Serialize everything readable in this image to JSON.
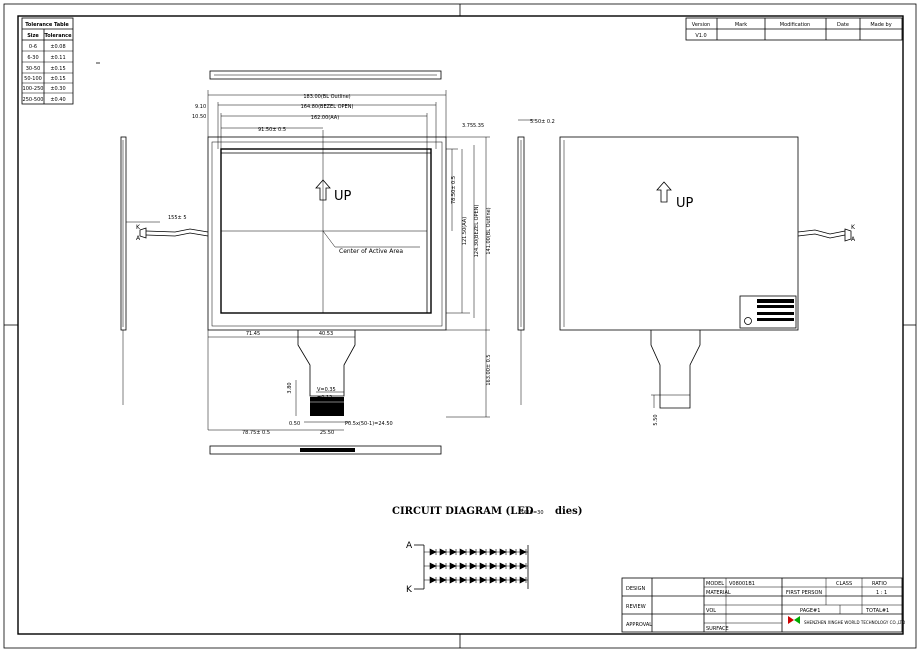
{
  "tolerance_table": {
    "title": "Tolerance Table",
    "headers": [
      "Size",
      "Tolerance"
    ],
    "rows": [
      [
        "0-6",
        "±0.08"
      ],
      [
        "6-30",
        "±0.11"
      ],
      [
        "30-50",
        "±0.15"
      ],
      [
        "50-100",
        "±0.15"
      ],
      [
        "100-250",
        "±0.30"
      ],
      [
        "250-500",
        "±0.40"
      ]
    ]
  },
  "revision_table": {
    "headers": [
      "Version",
      "Mark",
      "Modification",
      "Date",
      "Made by"
    ],
    "row": [
      "V1.0",
      "",
      "",
      "",
      ""
    ]
  },
  "front_view": {
    "dim_outline_w": "183.00(BL Outline)",
    "dim_bezel_w": "164.80(BEZEL OPEN)",
    "dim_aa_w": "162.00(AA)",
    "dim_left_1": "9.10",
    "dim_left_2": "10.50",
    "dim_center_x": "91.50± 0.5",
    "dim_right_1": "3.75",
    "dim_right_2": "5.35",
    "dim_center_y": "78.50± 0.5",
    "dim_aa_h": "121.50(AA)",
    "dim_bezel_h": "124.30(BEZEL OPEN)",
    "dim_outline_h": "141.00(BL Outline)",
    "dim_total_h": "163.00± 0.5",
    "up_label": "UP",
    "center_label": "Center of Active Area",
    "dim_fpc_left": "71.45",
    "dim_fpc_w": "40.53",
    "dim_fpc_h": "3.80",
    "dim_v1": "V=0.35",
    "dim_v2": "=0.12",
    "dim_pitch": "P0.5x(50-1)=24.50",
    "dim_050": "0.50",
    "dim_bottom_left": "78.75± 0.5",
    "dim_bottom_w": "25.50"
  },
  "side_view": {
    "dim_thickness": "155± 5",
    "label_k": "K",
    "label_a": "A"
  },
  "back_view": {
    "dim_thickness": "5.50± 0.2",
    "up_label": "UP",
    "label_k": "K",
    "label_a": "A",
    "dim_fpc_bottom": "5.50"
  },
  "circuit": {
    "title_main": "CIRCUIT DIAGRAM (LED",
    "title_sub": "3X10=30",
    "title_end": "dies)",
    "label_a": "A",
    "label_k": "K"
  },
  "title_block": {
    "design": "DESIGN",
    "review": "REVIEW",
    "approval": "APPROVAL",
    "model": "MODEL",
    "model_value": "V08001B1",
    "material": "MATERIAL",
    "vol": "VOL",
    "surface": "SURFACE",
    "first_person": "FIRST PERSON",
    "class": "CLASS",
    "ratio": "RATIO",
    "ratio_value": "1 : 1",
    "page": "PAGE#1",
    "total": "TOTAL#1",
    "company": "SHENZHEN XINGHE WORLD TECHNOLOGY CO.,LTD"
  }
}
